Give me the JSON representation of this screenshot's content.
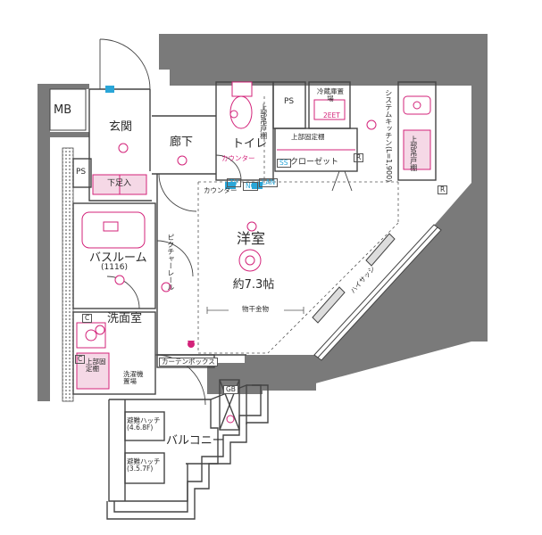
{
  "colors": {
    "wall": "#7a7a7a",
    "line": "#444444",
    "fixture": "#d3237a",
    "blue": "#2aa6d8",
    "pink_fill": "#f5d8e6",
    "green": "#2e9a4a"
  },
  "labels": {
    "mb": "MB",
    "ps_left": "PS",
    "ps_top": "PS",
    "entrance": "玄関",
    "shoe_cabinet": "下足入",
    "hallway": "廊下",
    "toilet": "トイレ",
    "upper_cabinet_toilet": "上部吊戸棚",
    "counter_top": "カウンター",
    "counter": "カウンター",
    "fridge": "冷蔵庫置場",
    "upper_fixed_shelf": "上部固定棚",
    "closet": "クローゼット",
    "ss_badge": "SS",
    "system_kitchen": "システムキッチン(L=1,900)",
    "upper_cabinet_kitchen": "上部吊戸棚",
    "bathroom": "バスルーム",
    "bathroom_size": "(1116)",
    "picture_rail": "ピクチャーレール",
    "western_room": "洋室",
    "western_room_size": "約7.3帖",
    "drying_hardware": "物干金物",
    "washroom": "洗面室",
    "upper_fixed_shelf_wash": "上部固定棚",
    "washing_machine": "洗濯機置場",
    "curtain_box": "カーテンボックス",
    "hatch_1": "避難ハッチ (4.6.8F)",
    "hatch_2": "避難ハッチ (3.5.7F)",
    "balcony": "バルコニー",
    "gb": "GB",
    "window_sash": "ハイサッシ",
    "r_mark_1": "R",
    "r_mark_2": "R",
    "c_mark_1": "C",
    "c_mark_2": "C",
    "btn_tv": "TV",
    "btn_lan": "LAN",
    "btn_no": "NC",
    "wash_tag": "2EET"
  }
}
